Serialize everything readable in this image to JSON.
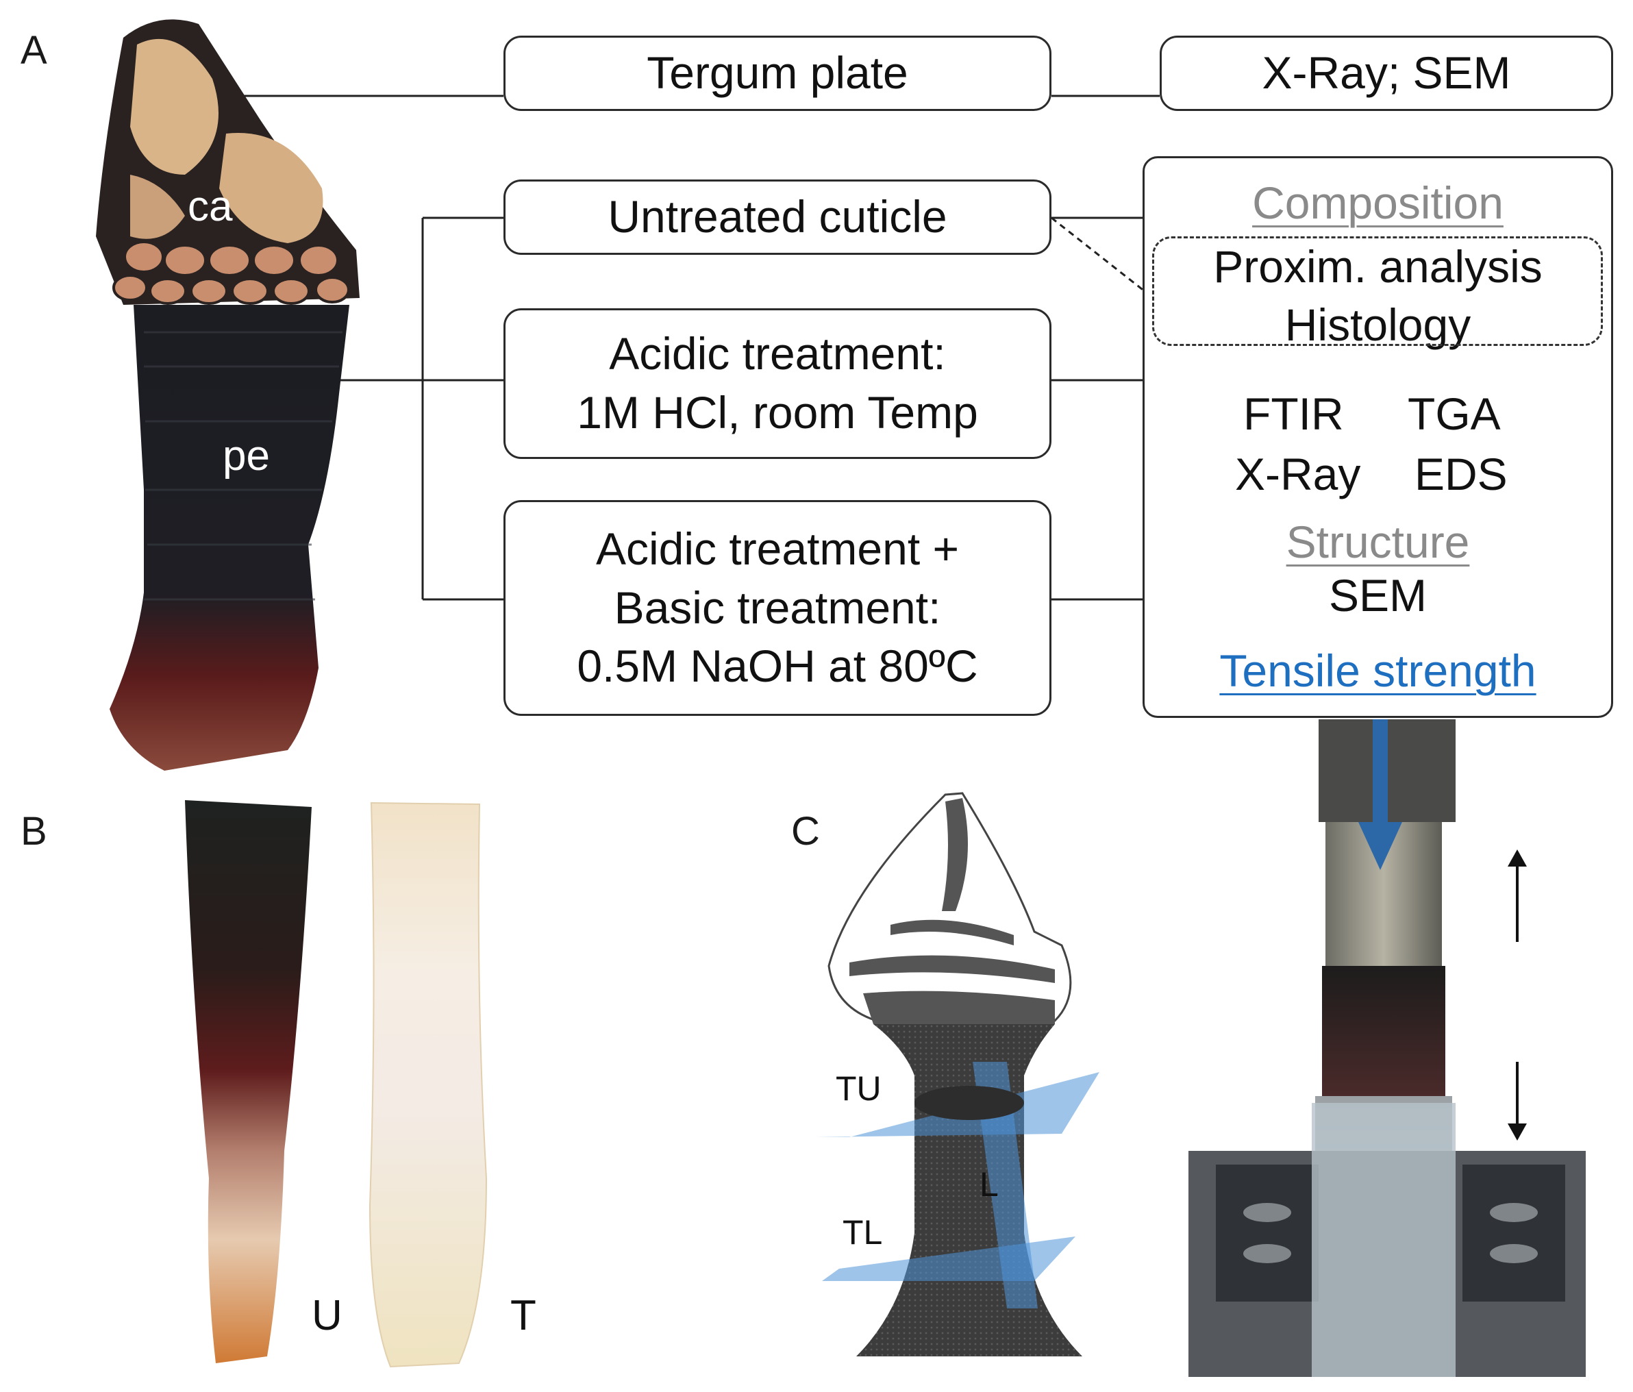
{
  "panels": {
    "a": "A",
    "b": "B",
    "c": "C"
  },
  "specimen_labels": {
    "capitulum": "ca",
    "peduncle": "pe"
  },
  "sample_labels": {
    "untreated": "U",
    "treated": "T"
  },
  "section_labels": {
    "upper_transverse": "TU",
    "lower_transverse": "TL",
    "longitudinal": "L"
  },
  "boxes": {
    "tergum": "Tergum plate",
    "tergum_methods": "X-Ray; SEM",
    "untreated": "Untreated cuticle",
    "acidic": [
      "Acidic treatment:",
      "1M HCl, room Temp"
    ],
    "acid_basic": [
      "Acidic treatment +",
      "Basic treatment:",
      "0.5M NaOH at 80ºC"
    ]
  },
  "analysis": {
    "composition_heading": "Composition",
    "proxim": "Proxim. analysis",
    "histology": "Histology",
    "ftir": "FTIR",
    "tga": "TGA",
    "xray": "X-Ray",
    "eds": "EDS",
    "structure_heading": "Structure",
    "sem": "SEM",
    "tensile": "Tensile strength"
  },
  "colors": {
    "heading_gray": "#8a8a8a",
    "link_blue": "#1f6fc0",
    "plane_blue": "#4f94d9",
    "arrow_blue": "#2c67a8"
  }
}
